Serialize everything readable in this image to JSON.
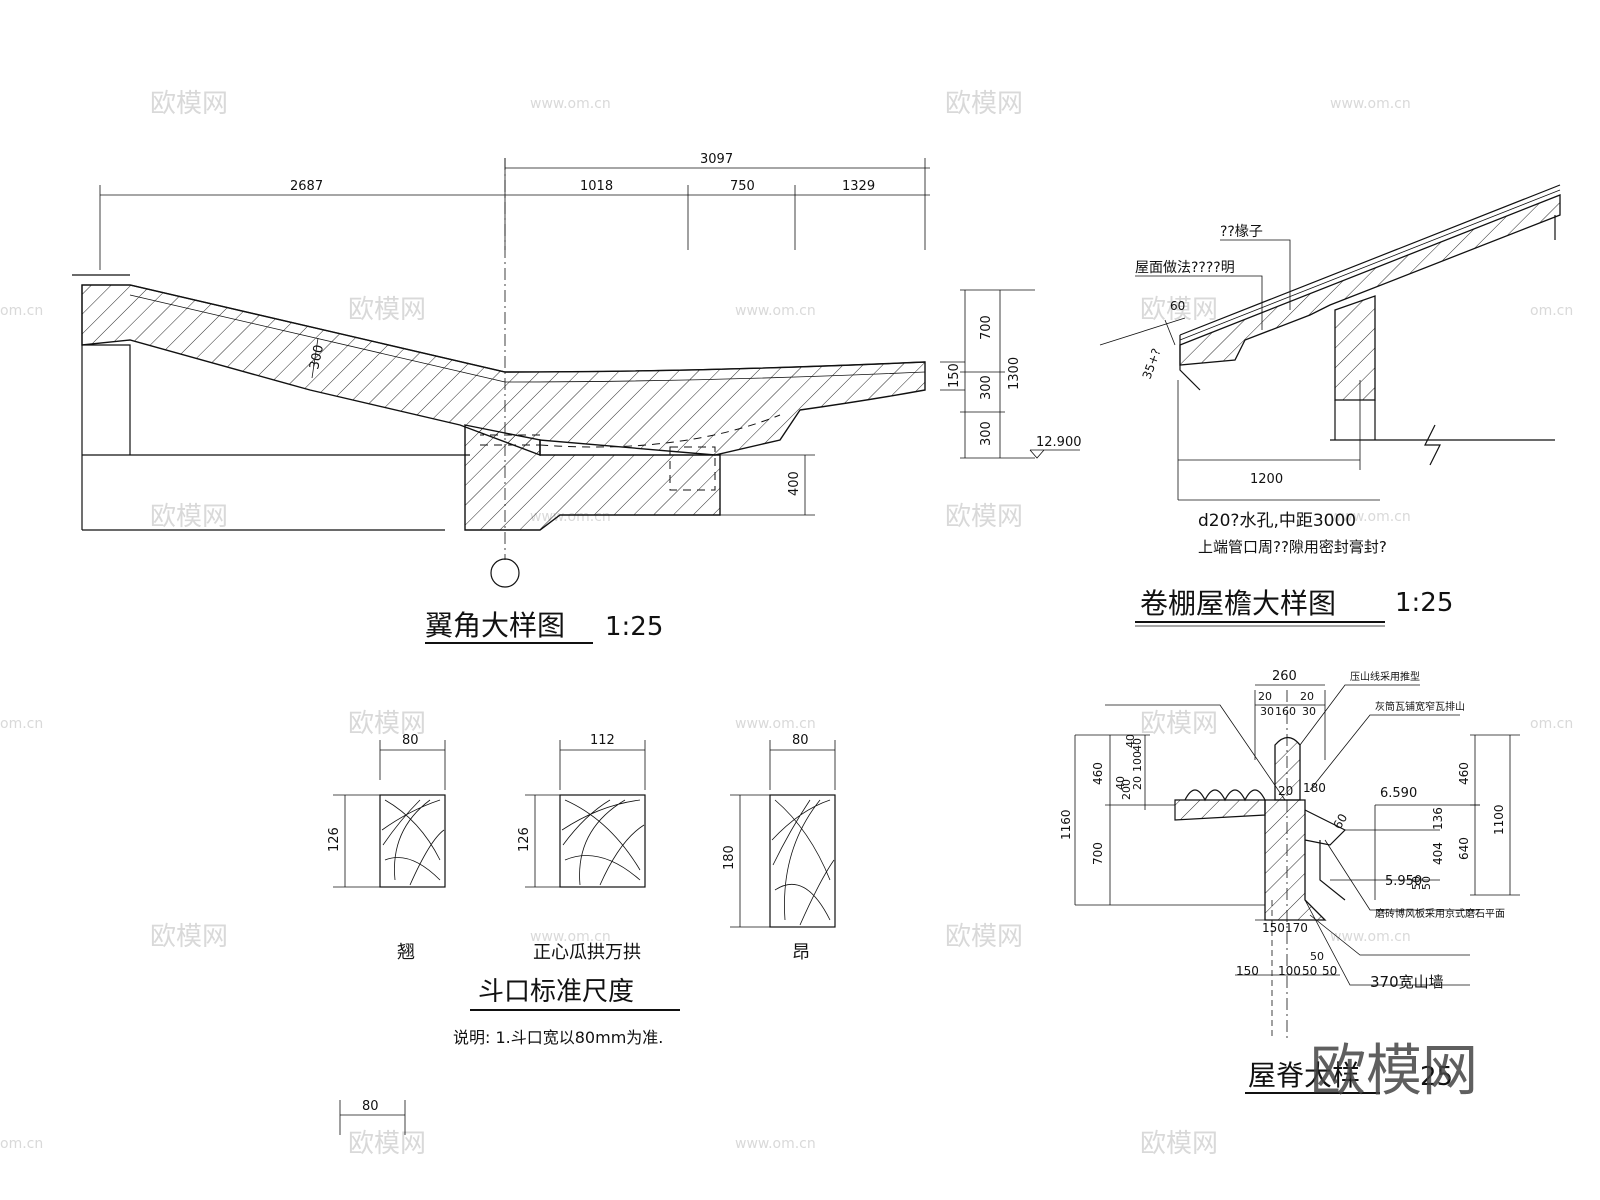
{
  "watermark": {
    "brand": "欧模网",
    "url": "www.om.cn",
    "tail": "om.cn"
  },
  "wing": {
    "title": "翼角大样图",
    "scale": "1:25",
    "dims": {
      "total_left": "2687",
      "total_right": "3097",
      "d1018": "1018",
      "d750": "750",
      "d1329": "1329",
      "v700": "700",
      "v300a": "300",
      "v300b": "300",
      "v150": "150",
      "v1300": "1300",
      "v400": "400",
      "slope300": "300",
      "elev": "12.900"
    }
  },
  "eave": {
    "title": "卷棚屋檐大样图",
    "scale": "1:25",
    "label_rafter": "??椽子",
    "label_roof": "屋面做法????明",
    "dim60": "60",
    "dim_slope": "35+?",
    "dim1200": "1200",
    "note1": "d20?水孔,中距3000",
    "note2": "上端管口周??隙用密封膏封?"
  },
  "dou": {
    "title": "斗口标准尺度",
    "note": "说明:    1.斗口宽以80mm为准.",
    "items": [
      {
        "width": "80",
        "height": "126",
        "label": "翘"
      },
      {
        "width": "112",
        "height": "126",
        "label": "正心瓜拱万拱"
      },
      {
        "width": "80",
        "height": "180",
        "label": "昂"
      }
    ],
    "scale_bar": "80"
  },
  "ridge": {
    "title": "屋脊大样",
    "scale": "25",
    "dims": {
      "top260": "260",
      "t20a": "20",
      "t20b": "20",
      "t3": "30",
      "t160": "160",
      "t30": "30",
      "l460": "460",
      "l1160": "1160",
      "l700": "700",
      "l40a": "40",
      "l100": "100",
      "l40b": "40",
      "l20": "20",
      "l200": "200",
      "l40c": "40",
      "m20": "20",
      "m180": "180",
      "m60": "60",
      "r460": "460",
      "r1100": "1100",
      "r136": "136",
      "r404": "404",
      "r640": "640",
      "r50": "50",
      "r50b": "50",
      "elev1": "6.590",
      "elev2": "5.950",
      "b150": "150",
      "b170": "170",
      "b150b": "150",
      "b100": "100",
      "b50a": "50",
      "b50b": "50",
      "b50c": "50"
    },
    "notes": {
      "n1": "压山线采用推型",
      "n2": "灰筒瓦铺宽窄瓦排山",
      "n3": "磨砖博风板采用京式磨石平面",
      "n4": "370宽山墙"
    }
  }
}
